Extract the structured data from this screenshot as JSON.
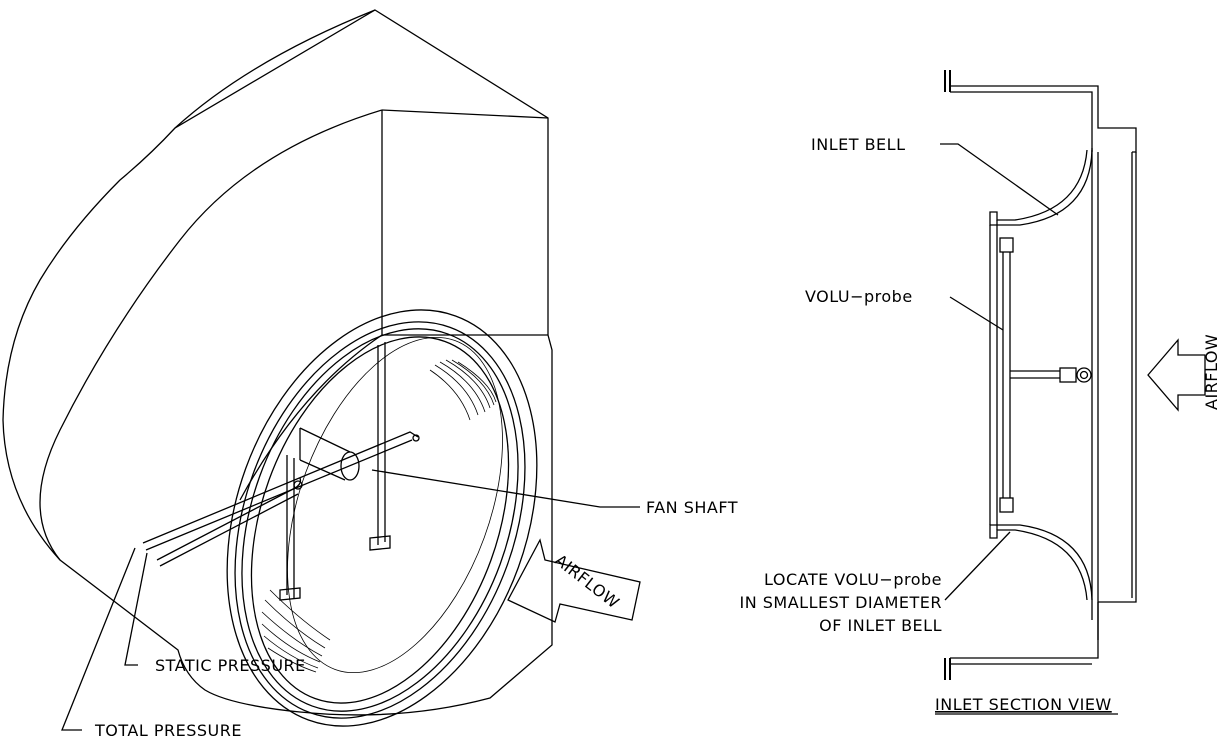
{
  "labels": {
    "fan_shaft": "FAN SHAFT",
    "airflow_iso": "AIRFLOW",
    "static_pressure": "STATIC PRESSURE",
    "total_pressure": "TOTAL PRESSURE",
    "inlet_bell": "INLET BELL",
    "volu_probe": "VOLU−probe",
    "locate_line1": "LOCATE VOLU−probe",
    "locate_line2": "IN SMALLEST DIAMETER",
    "locate_line3": "OF INLET BELL",
    "airflow_section": "AIRFLOW",
    "section_title": "INLET SECTION VIEW"
  }
}
